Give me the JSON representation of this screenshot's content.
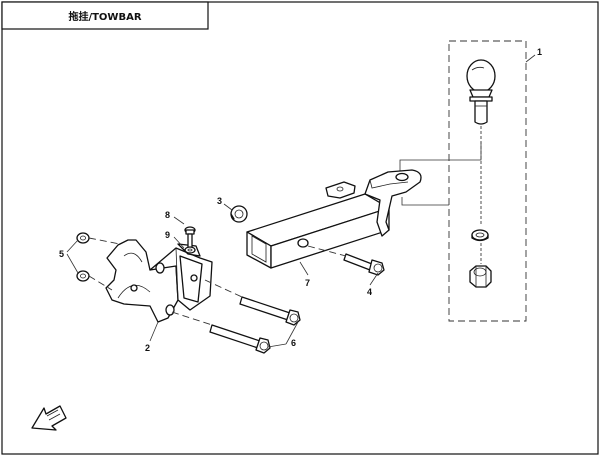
{
  "title": "拖挂/TOWBAR",
  "callouts": [
    {
      "id": "1",
      "label": "1"
    },
    {
      "id": "2",
      "label": "2"
    },
    {
      "id": "3",
      "label": "3"
    },
    {
      "id": "4",
      "label": "4"
    },
    {
      "id": "5",
      "label": "5"
    },
    {
      "id": "6",
      "label": "6"
    },
    {
      "id": "7",
      "label": "7"
    },
    {
      "id": "8",
      "label": "8"
    },
    {
      "id": "9",
      "label": "9"
    }
  ],
  "orientation_icon": "front-arrow-icon"
}
